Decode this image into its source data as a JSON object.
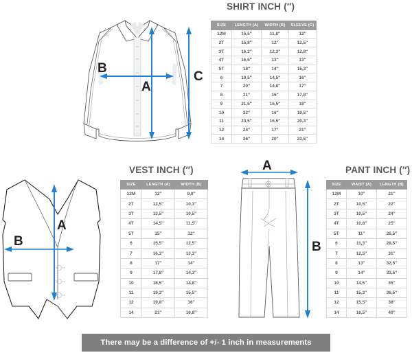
{
  "sections": {
    "shirt": {
      "title": "SHIRT INCH (″)",
      "columns": [
        "SIZE",
        "LENGTH (A)",
        "WIDTH (B)",
        "SLEEVE (C)"
      ],
      "rows": [
        [
          "12M",
          "15,5″",
          "11,8″",
          "12″"
        ],
        [
          "2T",
          "15,8″",
          "12″",
          "12,5″"
        ],
        [
          "3T",
          "16,3″",
          "12,3″",
          "12,8″"
        ],
        [
          "4T",
          "16,5″",
          "13″",
          "13″"
        ],
        [
          "5T",
          "18″",
          "14″",
          "15,3″"
        ],
        [
          "6",
          "19,5″",
          "14,5″",
          "16″"
        ],
        [
          "7",
          "20″",
          "14,8″",
          "17″"
        ],
        [
          "8",
          "21″",
          "15″",
          "17,8″"
        ],
        [
          "9",
          "21,5″",
          "15,5″",
          "18″"
        ],
        [
          "10",
          "22″",
          "16″",
          "19,5″"
        ],
        [
          "11",
          "23,5″",
          "16,5″",
          "20,3″"
        ],
        [
          "12",
          "24″",
          "17″",
          "21″"
        ],
        [
          "14",
          "26″",
          "20″",
          "23,5″"
        ]
      ],
      "dimension_labels": [
        "A",
        "B",
        "C"
      ]
    },
    "vest": {
      "title": "VEST INCH (″)",
      "columns": [
        "SIZE",
        "LENGTH (A)",
        "WIDTH (B)"
      ],
      "rows": [
        [
          "12M",
          "12″",
          "9,8″"
        ],
        [
          "2T",
          "12,5″",
          "10,3″"
        ],
        [
          "3T",
          "13,5″",
          "10,5″"
        ],
        [
          "4T",
          "14,5″",
          "11,5″"
        ],
        [
          "5T",
          "15″",
          "12″"
        ],
        [
          "6",
          "15,5″",
          "12,5″"
        ],
        [
          "7",
          "16,3″",
          "13,3″"
        ],
        [
          "8",
          "17″",
          "14″"
        ],
        [
          "9",
          "17,8″",
          "14,3″"
        ],
        [
          "10",
          "18,5″",
          "14,8″"
        ],
        [
          "11",
          "19,3″",
          "15,5″"
        ],
        [
          "12",
          "19,8″",
          "16″"
        ],
        [
          "14",
          "21″",
          "16,8″"
        ]
      ],
      "dimension_labels": [
        "A",
        "B"
      ]
    },
    "pant": {
      "title": "PANT INCH (″)",
      "columns": [
        "SIZE",
        "WAIST (A)",
        "LENGTH (B)"
      ],
      "rows": [
        [
          "12M",
          "10″",
          "21″"
        ],
        [
          "2T",
          "10,5″",
          "22″"
        ],
        [
          "3T",
          "10,5″",
          "24″"
        ],
        [
          "4T",
          "10,8″",
          "25″"
        ],
        [
          "5T",
          "11″",
          "26,5″"
        ],
        [
          "6",
          "11,3″",
          "28,5″"
        ],
        [
          "7",
          "12,5″",
          "31″"
        ],
        [
          "8",
          "13″",
          "32,5″"
        ],
        [
          "9",
          "14″",
          "33,5″"
        ],
        [
          "10",
          "14,5″",
          "35″"
        ],
        [
          "11",
          "15,3″",
          "36,5″"
        ],
        [
          "12",
          "15,5″",
          "38″"
        ],
        [
          "14",
          "16,5″",
          "40″"
        ]
      ],
      "dimension_labels": [
        "A",
        "B"
      ]
    }
  },
  "footer": {
    "note": "There may be a difference of +/- 1 inch in measurements"
  },
  "colors": {
    "header_gray": "#9b9b9b",
    "note_gray": "#7f7f7f",
    "text_gray": "#58595b",
    "arrow_blue": "#1f7fd4",
    "grid_line": "#d9d9d9"
  }
}
